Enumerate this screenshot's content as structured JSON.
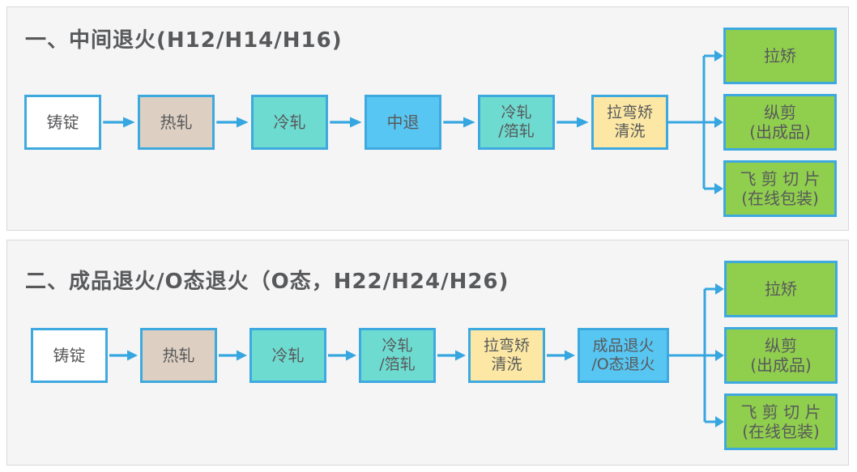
{
  "colors": {
    "box_border": "#3ea9df",
    "connector": "#36a6e0",
    "fill_white": "#ffffff",
    "fill_tan": "#ddd0c2",
    "fill_teal": "#6edbd0",
    "fill_blue": "#58c6f2",
    "fill_yellow": "#fce8a4",
    "fill_green": "#90ce4e",
    "text": "#58595b",
    "panel_bg": "#f5f5f6",
    "panel_border": "#d9d9da"
  },
  "panels": [
    {
      "title": "一、中间退火(H12/H14/H16)",
      "flow": [
        {
          "line1": "铸锭"
        },
        {
          "line1": "热轧"
        },
        {
          "line1": "冷轧"
        },
        {
          "line1": "中退"
        },
        {
          "line1": "冷轧",
          "line2": "/箔轧"
        },
        {
          "line1": "拉弯矫",
          "line2": "清洗"
        }
      ],
      "branches": [
        {
          "line1": "拉矫"
        },
        {
          "line1": "纵剪",
          "line2": "(出成品)"
        },
        {
          "line1": "飞 剪 切 片",
          "line2": "(在线包装)"
        }
      ]
    },
    {
      "title": "二、成品退火/O态退火（O态，H22/H24/H26)",
      "flow": [
        {
          "line1": "铸锭"
        },
        {
          "line1": "热轧"
        },
        {
          "line1": "冷轧"
        },
        {
          "line1": "冷轧",
          "line2": "/箔轧"
        },
        {
          "line1": "拉弯矫",
          "line2": "清洗"
        },
        {
          "line1": "成品退火",
          "line2": "/O态退火"
        }
      ],
      "branches": [
        {
          "line1": "拉矫"
        },
        {
          "line1": "纵剪",
          "line2": "(出成品)"
        },
        {
          "line1": "飞 剪 切 片",
          "line2": "(在线包装)"
        }
      ]
    }
  ]
}
